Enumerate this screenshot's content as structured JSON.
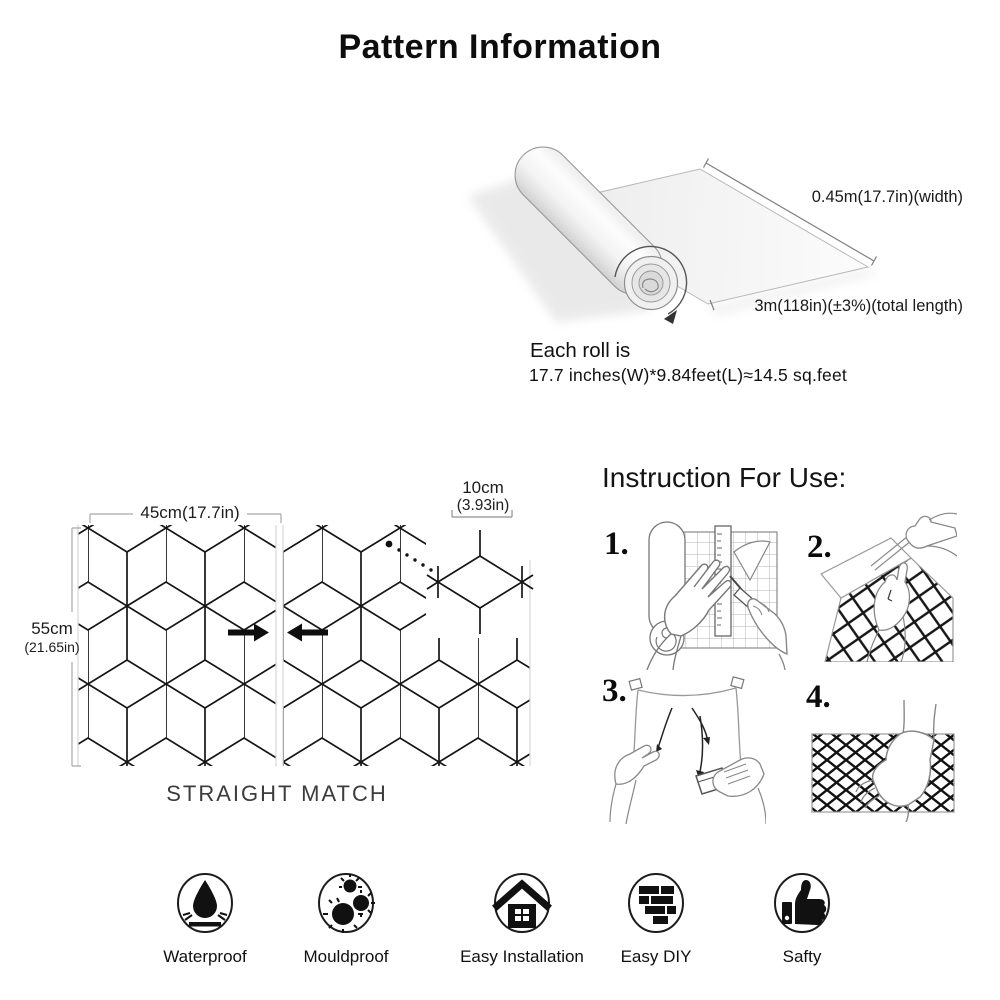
{
  "title": "Pattern Information",
  "roll": {
    "width_label": "0.45m(17.7in)(width)",
    "length_label": "3m(118in)(±3%)(total length)",
    "each_roll_heading": "Each roll is",
    "each_roll_size": "17.7 inches(W)*9.84feet(L)≈14.5 sq.feet"
  },
  "pattern": {
    "panel_width_label": "45cm(17.7in)",
    "panel_height_cm": "55cm",
    "panel_height_in": "(21.65in)",
    "offset_cm": "10cm",
    "offset_in": "(3.93in)",
    "match_type": "STRAIGHT MATCH"
  },
  "instructions": {
    "heading": "Instruction For Use:",
    "steps": [
      {
        "number": "1.",
        "icon": "cut-roll-with-ruler-illustration"
      },
      {
        "number": "2.",
        "icon": "peel-backing-illustration"
      },
      {
        "number": "3.",
        "icon": "apply-to-wall-illustration"
      },
      {
        "number": "4.",
        "icon": "smooth-surface-illustration"
      }
    ]
  },
  "features": [
    {
      "label": "Waterproof",
      "icon": "water-drop-icon"
    },
    {
      "label": "Mouldproof",
      "icon": "mould-spores-icon"
    },
    {
      "label": "Easy Installation",
      "icon": "house-icon"
    },
    {
      "label": "Easy DIY",
      "icon": "bricks-icon"
    },
    {
      "label": "Safty",
      "icon": "thumbs-up-icon"
    }
  ],
  "colors": {
    "ink": "#111111",
    "bracket_gray": "#a8a8a8",
    "sketch_gray": "#888888"
  }
}
